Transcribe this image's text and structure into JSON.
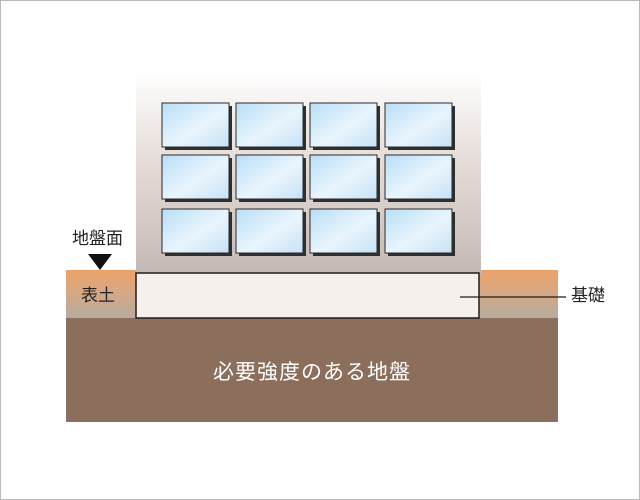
{
  "labels": {
    "ground_surface": "地盤面",
    "topsoil": "表土",
    "foundation": "基礎",
    "required_strength_ground": "必要強度のある地盤"
  },
  "colors": {
    "ground": "#8b6e5b",
    "topsoil_top": "#e8a56f",
    "topsoil_bottom": "#b7aa9b",
    "foundation": "#f5efeb",
    "building_top": "#ffffff",
    "building_bottom": "#c7bcb7",
    "window_glass": "#cde7fa",
    "outline": "#1f1f1f"
  },
  "icons": [
    "ground-surface-marker-icon"
  ]
}
